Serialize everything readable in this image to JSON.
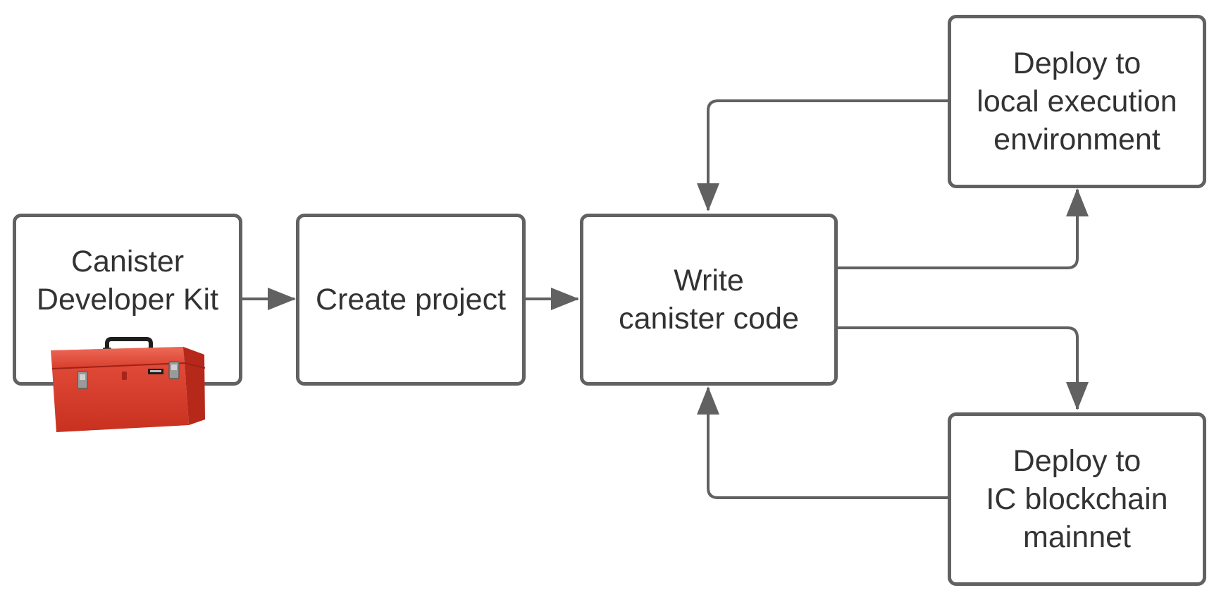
{
  "diagram": {
    "nodes": {
      "sdk": {
        "lines": [
          "Canister",
          "Developer Kit"
        ]
      },
      "create": {
        "lines": [
          "Create project"
        ]
      },
      "write": {
        "lines": [
          "Write",
          "canister code"
        ]
      },
      "local": {
        "lines": [
          "Deploy to",
          "local execution",
          "environment"
        ]
      },
      "mainnet": {
        "lines": [
          "Deploy to",
          "IC blockchain",
          "mainnet"
        ]
      }
    },
    "edges": [
      {
        "from": "sdk",
        "to": "create"
      },
      {
        "from": "create",
        "to": "write"
      },
      {
        "from": "write",
        "to": "local"
      },
      {
        "from": "local",
        "to": "write"
      },
      {
        "from": "write",
        "to": "mainnet"
      },
      {
        "from": "mainnet",
        "to": "write"
      }
    ],
    "illustration": {
      "icon": "red-toolbox-icon",
      "color": "#d63a2c"
    },
    "colors": {
      "stroke": "#616161",
      "text": "#333333"
    }
  }
}
